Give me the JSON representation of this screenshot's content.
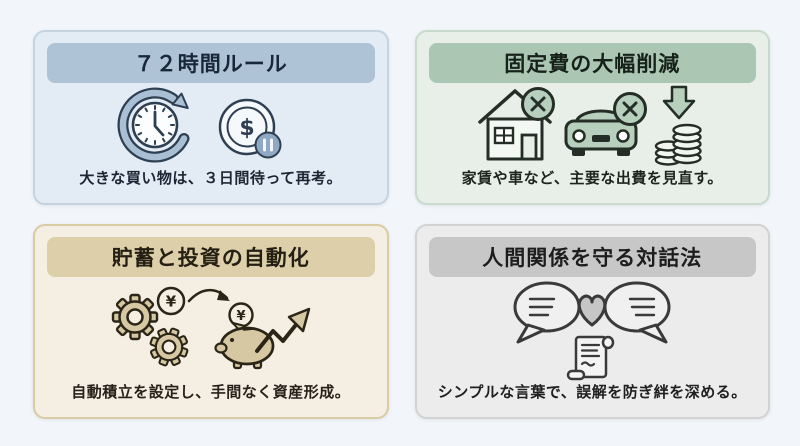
{
  "page": {
    "background": "#f2f6fa"
  },
  "cards": [
    {
      "title": "７２時間ルール",
      "description": "大きな買い物は、３日間待って再考。",
      "icons": [
        "clock-rewind-icon",
        "dollar-coin-pause-icon"
      ],
      "colors": {
        "card_bg": "#e3ecf5",
        "card_border": "#c5d3e1",
        "header_bg": "#aec3d6",
        "title_text": "#18283a",
        "body_text": "#1c2533",
        "icon_fill": "#a9bfd4",
        "icon_stroke": "#2e3f52"
      }
    },
    {
      "title": "固定費の大幅削減",
      "description": "家賃や車など、主要な出費を見直す。",
      "icons": [
        "house-cancel-icon",
        "car-cancel-icon",
        "coins-decrease-icon"
      ],
      "colors": {
        "card_bg": "#e7efe8",
        "card_border": "#c9d9cc",
        "header_bg": "#abc6b3",
        "title_text": "#16211a",
        "body_text": "#1b241e",
        "icon_fill": "#b7cfbd",
        "icon_stroke": "#242d26"
      }
    },
    {
      "title": "貯蓄と投資の自動化",
      "description": "自動積立を設定し、手間なく資産形成。",
      "icons": [
        "gears-icon",
        "yen-coin-icon",
        "transfer-arrow-icon",
        "piggy-bank-icon",
        "growth-arrow-icon"
      ],
      "colors": {
        "card_bg": "#f4efe2",
        "card_border": "#d9cba4",
        "header_bg": "#dccfa9",
        "title_text": "#241f12",
        "body_text": "#26211a",
        "icon_fill": "#d6c8a2",
        "icon_stroke": "#2b2517"
      }
    },
    {
      "title": "人間関係を守る対話法",
      "description": "シンプルな言葉で、誤解を防ぎ絆を深める。",
      "icons": [
        "speech-bubbles-heart-icon",
        "scroll-icon"
      ],
      "colors": {
        "card_bg": "#ececec",
        "card_border": "#d2d2d2",
        "header_bg": "#c7c7c7",
        "title_text": "#1d1d1d",
        "body_text": "#202020",
        "icon_fill": "#c6c6c6",
        "icon_stroke": "#3a3a3a"
      }
    }
  ]
}
